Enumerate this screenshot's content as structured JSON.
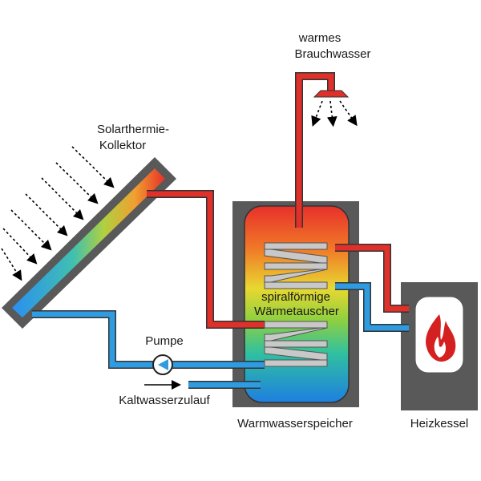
{
  "labels": {
    "warm_water_line1": "warmes",
    "warm_water_line2": "Brauchwasser",
    "collector_line1": "Solarthermie-",
    "collector_line2": "Kollektor",
    "heat_exchanger_line1": "spiralförmige",
    "heat_exchanger_line2": "Wärmetauscher",
    "pump": "Pumpe",
    "cold_water_inlet": "Kaltwasserzulauf",
    "storage_tank": "Warmwasserspeicher",
    "boiler": "Heizkessel"
  },
  "colors": {
    "hot_pipe": "#e0302a",
    "cold_pipe": "#2f9be0",
    "housing": "#595959",
    "coil": "#c8c8c8",
    "flame": "#d42020"
  }
}
